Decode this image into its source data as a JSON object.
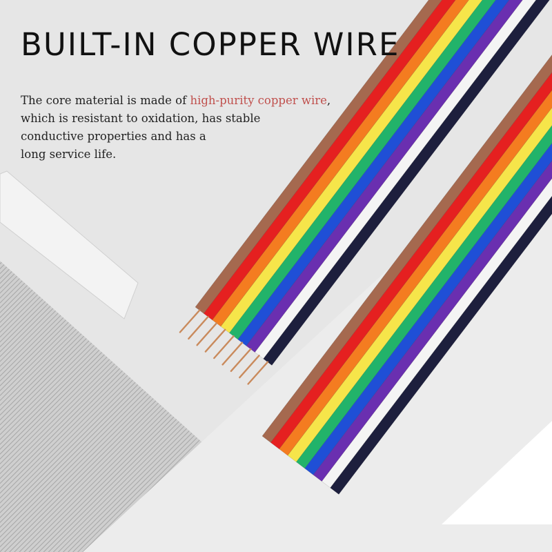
{
  "title": "BUILT-IN COPPER WIRE",
  "description": {
    "prefix": "The core material is made of ",
    "highlight": "high-purity copper wire",
    "line1_end": ",",
    "line2": "which is resistant to oxidation, has stable",
    "line3": "conductive properties and has a",
    "line4": "long service life."
  },
  "colors": {
    "background": "#e6e6e6",
    "highlight_text": "#c0504d",
    "copper": "#c98a5c",
    "wire_colors": [
      "#a5694f",
      "#e52020",
      "#f47c20",
      "#f6e54a",
      "#22b36a",
      "#1f4fd6",
      "#6a2fb0",
      "#f4f4f4",
      "#1d1f3d"
    ]
  }
}
